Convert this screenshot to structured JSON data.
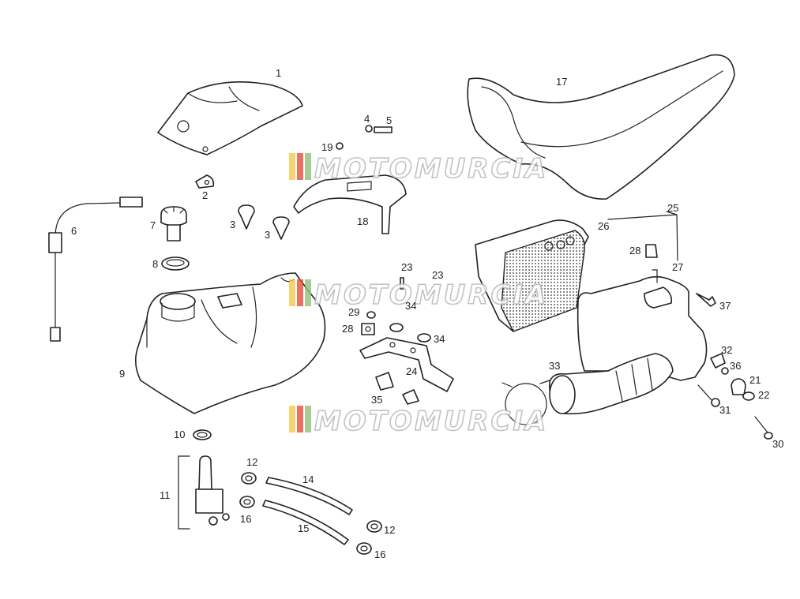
{
  "labels": {
    "l1": "1",
    "l2": "2",
    "l3a": "3",
    "l3b": "3",
    "l4": "4",
    "l5": "5",
    "l6": "6",
    "l7": "7",
    "l8": "8",
    "l9": "9",
    "l10": "10",
    "l11": "11",
    "l12a": "12",
    "l12b": "12",
    "l14": "14",
    "l15": "15",
    "l16a": "16",
    "l16b": "16",
    "l17": "17",
    "l18": "18",
    "l19": "19",
    "l21": "21",
    "l22": "22",
    "l23a": "23",
    "l23b": "23",
    "l24": "24",
    "l25": "25",
    "l26": "26",
    "l27": "27",
    "l28": "28",
    "l28b": "28",
    "l29": "29",
    "l30": "30",
    "l31": "31",
    "l32": "32",
    "l33": "33",
    "l34a": "34",
    "l34b": "34",
    "l35": "35",
    "l36": "36",
    "l37": "37"
  },
  "watermark": {
    "text": "MOTOMURCIA"
  },
  "colors": {
    "line": "#222222",
    "watermark_stripes": [
      "#f2c94c",
      "#e74c3c",
      "#8fc07a"
    ]
  }
}
